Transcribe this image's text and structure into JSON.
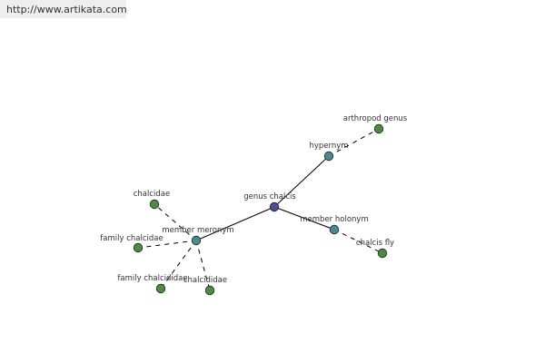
{
  "header": {
    "url": "http://www.artikata.com"
  },
  "graph": {
    "colors": {
      "center": "#4b4d96",
      "relation": "#4a8a8e",
      "leaf": "#4e8a43",
      "edge": "#000000",
      "label": "#333333"
    },
    "nodes": [
      {
        "id": "genus-chalcis",
        "label": "genus chalcis",
        "kind": "center"
      },
      {
        "id": "hypernym",
        "label": "hypernym",
        "kind": "relation"
      },
      {
        "id": "arthropod-genus",
        "label": "arthropod genus",
        "kind": "leaf"
      },
      {
        "id": "member-holonym",
        "label": "member holonym",
        "kind": "relation"
      },
      {
        "id": "chalcis-fly",
        "label": "chalcis fly",
        "kind": "leaf"
      },
      {
        "id": "member-meronym",
        "label": "member meronym",
        "kind": "relation"
      },
      {
        "id": "chalcidae-1",
        "label": "chalcidae",
        "kind": "leaf"
      },
      {
        "id": "family-chalcidae",
        "label": "family chalcidae",
        "kind": "leaf"
      },
      {
        "id": "family-chalcididae",
        "label": "family chalcididae",
        "kind": "leaf"
      },
      {
        "id": "chalcididae",
        "label": "chalcididae",
        "kind": "leaf"
      }
    ],
    "edges": [
      {
        "from": "genus-chalcis",
        "to": "hypernym",
        "style": "solid"
      },
      {
        "from": "genus-chalcis",
        "to": "member-holonym",
        "style": "solid"
      },
      {
        "from": "genus-chalcis",
        "to": "member-meronym",
        "style": "solid"
      },
      {
        "from": "hypernym",
        "to": "arthropod-genus",
        "style": "dashed"
      },
      {
        "from": "member-holonym",
        "to": "chalcis-fly",
        "style": "dashed"
      },
      {
        "from": "member-meronym",
        "to": "chalcidae-1",
        "style": "dashed"
      },
      {
        "from": "member-meronym",
        "to": "family-chalcidae",
        "style": "dashed"
      },
      {
        "from": "member-meronym",
        "to": "family-chalcididae",
        "style": "dashed"
      },
      {
        "from": "member-meronym",
        "to": "chalcididae",
        "style": "dashed"
      }
    ]
  }
}
